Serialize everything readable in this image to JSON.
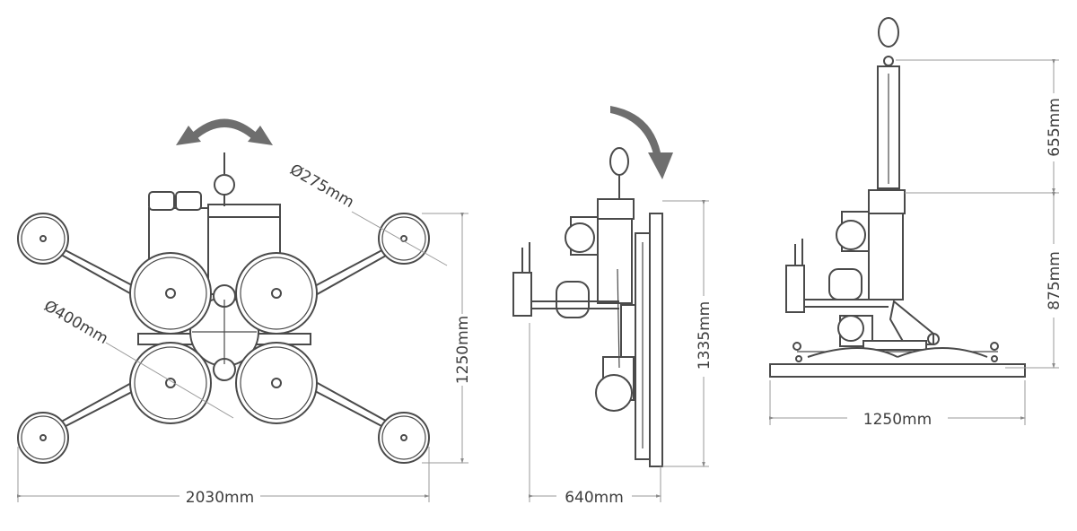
{
  "front_view": {
    "width_label": "2030mm",
    "height_label": "1250mm",
    "small_pad_label": "Ø275mm",
    "large_pad_label": "Ø400mm",
    "rotation": "rotate-both-ways-arrow"
  },
  "side_view": {
    "depth_label": "640mm",
    "height_label": "1335mm",
    "rotation": "tilt-down-arrow"
  },
  "tilted_view": {
    "width_label": "1250mm",
    "upper_height_label": "655mm",
    "lower_height_label": "875mm"
  },
  "colors": {
    "line": "#4a4a4a",
    "dimension_line": "#9a9a9a",
    "arrow": "#6e6e6e",
    "text": "#3d3d3d"
  }
}
